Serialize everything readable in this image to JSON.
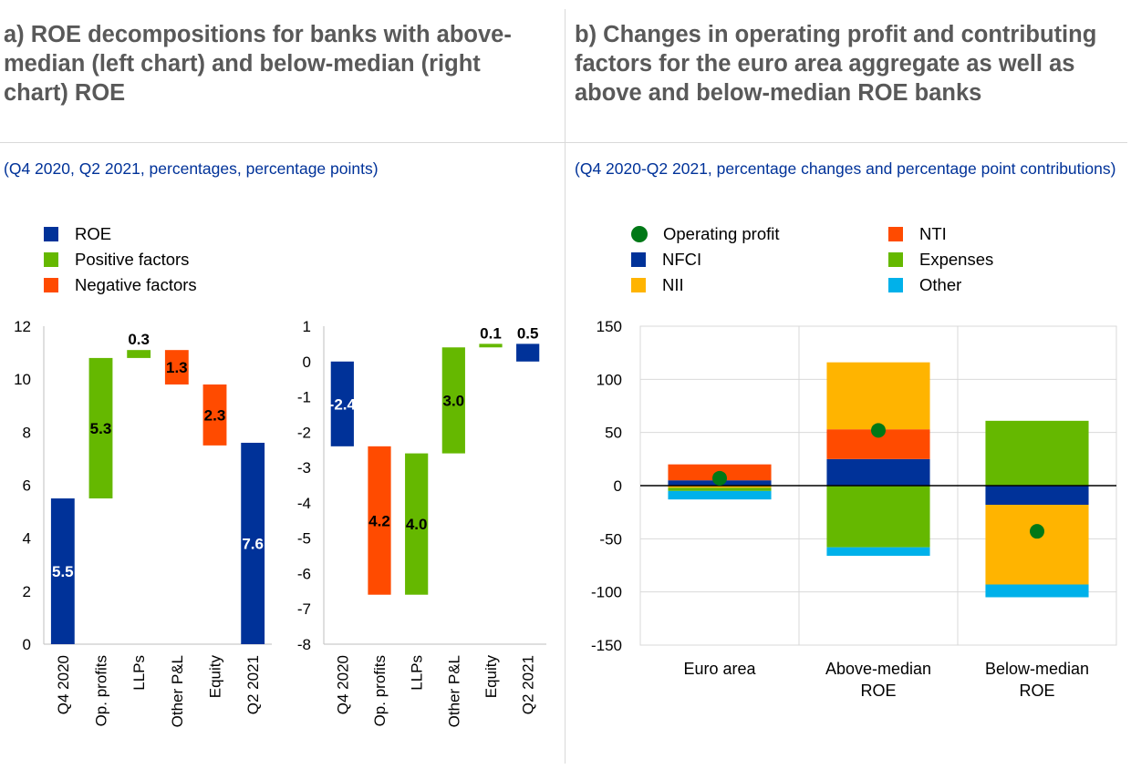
{
  "panel_a": {
    "title": "a) ROE decompositions for banks with above-median (left chart) and below-median (right chart) ROE",
    "subtitle": "(Q4 2020, Q2 2021, percentages, percentage points)",
    "legend": [
      {
        "label": "ROE",
        "color": "#003299"
      },
      {
        "label": "Positive factors",
        "color": "#65b800"
      },
      {
        "label": "Negative factors",
        "color": "#ff4b00"
      }
    ]
  },
  "panel_b": {
    "title": "b) Changes in operating profit and contributing factors for the euro area aggregate as well as above and below-median ROE banks",
    "subtitle": "(Q4 2020-Q2 2021, percentage changes and percentage point contributions)",
    "legend": [
      {
        "label": "Operating profit",
        "color": "#007816",
        "shape": "dot"
      },
      {
        "label": "NTI",
        "color": "#ff4b00",
        "shape": "square"
      },
      {
        "label": "NFCI",
        "color": "#003299",
        "shape": "square"
      },
      {
        "label": "Expenses",
        "color": "#65b800",
        "shape": "square"
      },
      {
        "label": "NII",
        "color": "#ffb400",
        "shape": "square"
      },
      {
        "label": "Other",
        "color": "#00b1ea",
        "shape": "square"
      }
    ]
  },
  "chart_data": [
    {
      "type": "bar",
      "subtype": "waterfall",
      "name": "above-median",
      "categories": [
        "Q4 2020",
        "Op. profits",
        "LLPs",
        "Other P&L",
        "Equity",
        "Q2 2021"
      ],
      "bars": [
        {
          "low": 0,
          "high": 5.5,
          "label": "5.5",
          "kind": "roe"
        },
        {
          "low": 5.5,
          "high": 10.8,
          "label": "5.3",
          "kind": "positive"
        },
        {
          "low": 10.8,
          "high": 11.1,
          "label": "0.3",
          "kind": "positive"
        },
        {
          "low": 9.8,
          "high": 11.1,
          "label": "1.3",
          "kind": "negative"
        },
        {
          "low": 7.5,
          "high": 9.8,
          "label": "2.3",
          "kind": "negative"
        },
        {
          "low": 0,
          "high": 7.6,
          "label": "7.6",
          "kind": "roe"
        }
      ],
      "yticks": [
        0,
        2,
        4,
        6,
        8,
        10,
        12
      ],
      "ylim": [
        0,
        12
      ],
      "grid": false
    },
    {
      "type": "bar",
      "subtype": "waterfall",
      "name": "below-median",
      "categories": [
        "Q4 2020",
        "Op. profits",
        "LLPs",
        "Other P&L",
        "Equity",
        "Q2 2021"
      ],
      "bars": [
        {
          "low": -2.4,
          "high": 0,
          "label": "-2.4",
          "kind": "roe"
        },
        {
          "low": -6.6,
          "high": -2.4,
          "label": "4.2",
          "kind": "negative"
        },
        {
          "low": -6.6,
          "high": -2.6,
          "label": "4.0",
          "kind": "positive"
        },
        {
          "low": -2.6,
          "high": 0.4,
          "label": "3.0",
          "kind": "positive"
        },
        {
          "low": 0.4,
          "high": 0.5,
          "label": "0.1",
          "kind": "positive"
        },
        {
          "low": 0,
          "high": 0.5,
          "label": "0.5",
          "kind": "roe"
        }
      ],
      "yticks": [
        -8,
        -7,
        -6,
        -5,
        -4,
        -3,
        -2,
        -1,
        0,
        1
      ],
      "ylim": [
        -8,
        1
      ],
      "grid": false
    },
    {
      "type": "bar",
      "subtype": "stacked",
      "categories": [
        [
          "Euro area"
        ],
        [
          "Above-median",
          "ROE"
        ],
        [
          "Below-median",
          "ROE"
        ]
      ],
      "series": [
        {
          "name": "NFCI",
          "values": [
            5,
            25,
            -18
          ]
        },
        {
          "name": "NTI",
          "values": [
            15,
            28,
            0
          ]
        },
        {
          "name": "NII",
          "values": [
            -2,
            63,
            -75
          ]
        },
        {
          "name": "Expenses",
          "values": [
            -3,
            -58,
            61
          ]
        },
        {
          "name": "Other",
          "values": [
            -8,
            -8,
            -12
          ]
        },
        {
          "name": "Operating profit",
          "values": [
            7,
            52,
            -43
          ],
          "marker": "dot"
        }
      ],
      "yticks": [
        -150,
        -100,
        -50,
        0,
        50,
        100,
        150
      ],
      "ylim": [
        -150,
        150
      ],
      "grid": true
    }
  ]
}
